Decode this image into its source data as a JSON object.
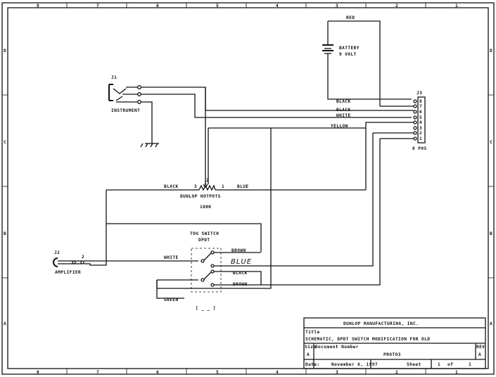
{
  "frame": {
    "top_numbers": [
      "8",
      "7",
      "6",
      "5",
      "4",
      "3",
      "2",
      "1"
    ],
    "bottom_numbers": [
      "8",
      "7",
      "6",
      "5",
      "4",
      "3",
      "2",
      "1"
    ],
    "left_letters": [
      "D",
      "C",
      "B",
      "A"
    ],
    "right_letters": [
      "D",
      "C",
      "B",
      "A"
    ]
  },
  "battery": {
    "wire_label": "RED",
    "label_line1": "BATTERY",
    "label_line2": "9 VOLT"
  },
  "j1": {
    "ref": "J1",
    "label": "INSTRUMENT"
  },
  "j3": {
    "ref": "J3",
    "footer": "8 POS",
    "pins": [
      "8",
      "7",
      "6",
      "5",
      "4",
      "3",
      "2",
      "1"
    ],
    "wire_labels": [
      "BLACK",
      "BLACK",
      "WHITE",
      "YELLOW"
    ]
  },
  "pot": {
    "pin_left": "3",
    "pin_wiper": "2",
    "pin_right": "1",
    "wire_left": "BLACK",
    "wire_right": "BLUE",
    "name": "DUNLOP HOTPOTS",
    "value": "100K"
  },
  "tog_switch": {
    "title_line1": "TOG SWITCH",
    "title_line2": "DPDT",
    "wire_labels": [
      "BROWN",
      "BLUE",
      "BLACK",
      "BROWN"
    ],
    "footer": "[ _ _ ]"
  },
  "j2": {
    "ref": "J2",
    "pin": "2",
    "label": "AMPLIFIER",
    "wire": "WHITE"
  },
  "ground_wire": "GREEN",
  "title_block": {
    "company": "DUNLOP MANUFACTURING, INC.",
    "title_label": "Title",
    "title_text": "SCHEMATIC, DPDT SWITCH MODIFICATION FOR OLD",
    "size_label": "Size",
    "size_value": "A",
    "docnum_label": "Document Number",
    "docnum_value": "PROTO3",
    "rev_label": "REV",
    "rev_value": "A",
    "date_label": "Date:",
    "date_value": "November 6, 1997",
    "sheet_label": "Sheet",
    "sheet_value": "1",
    "sheet_of": "of",
    "sheet_total": "1"
  }
}
